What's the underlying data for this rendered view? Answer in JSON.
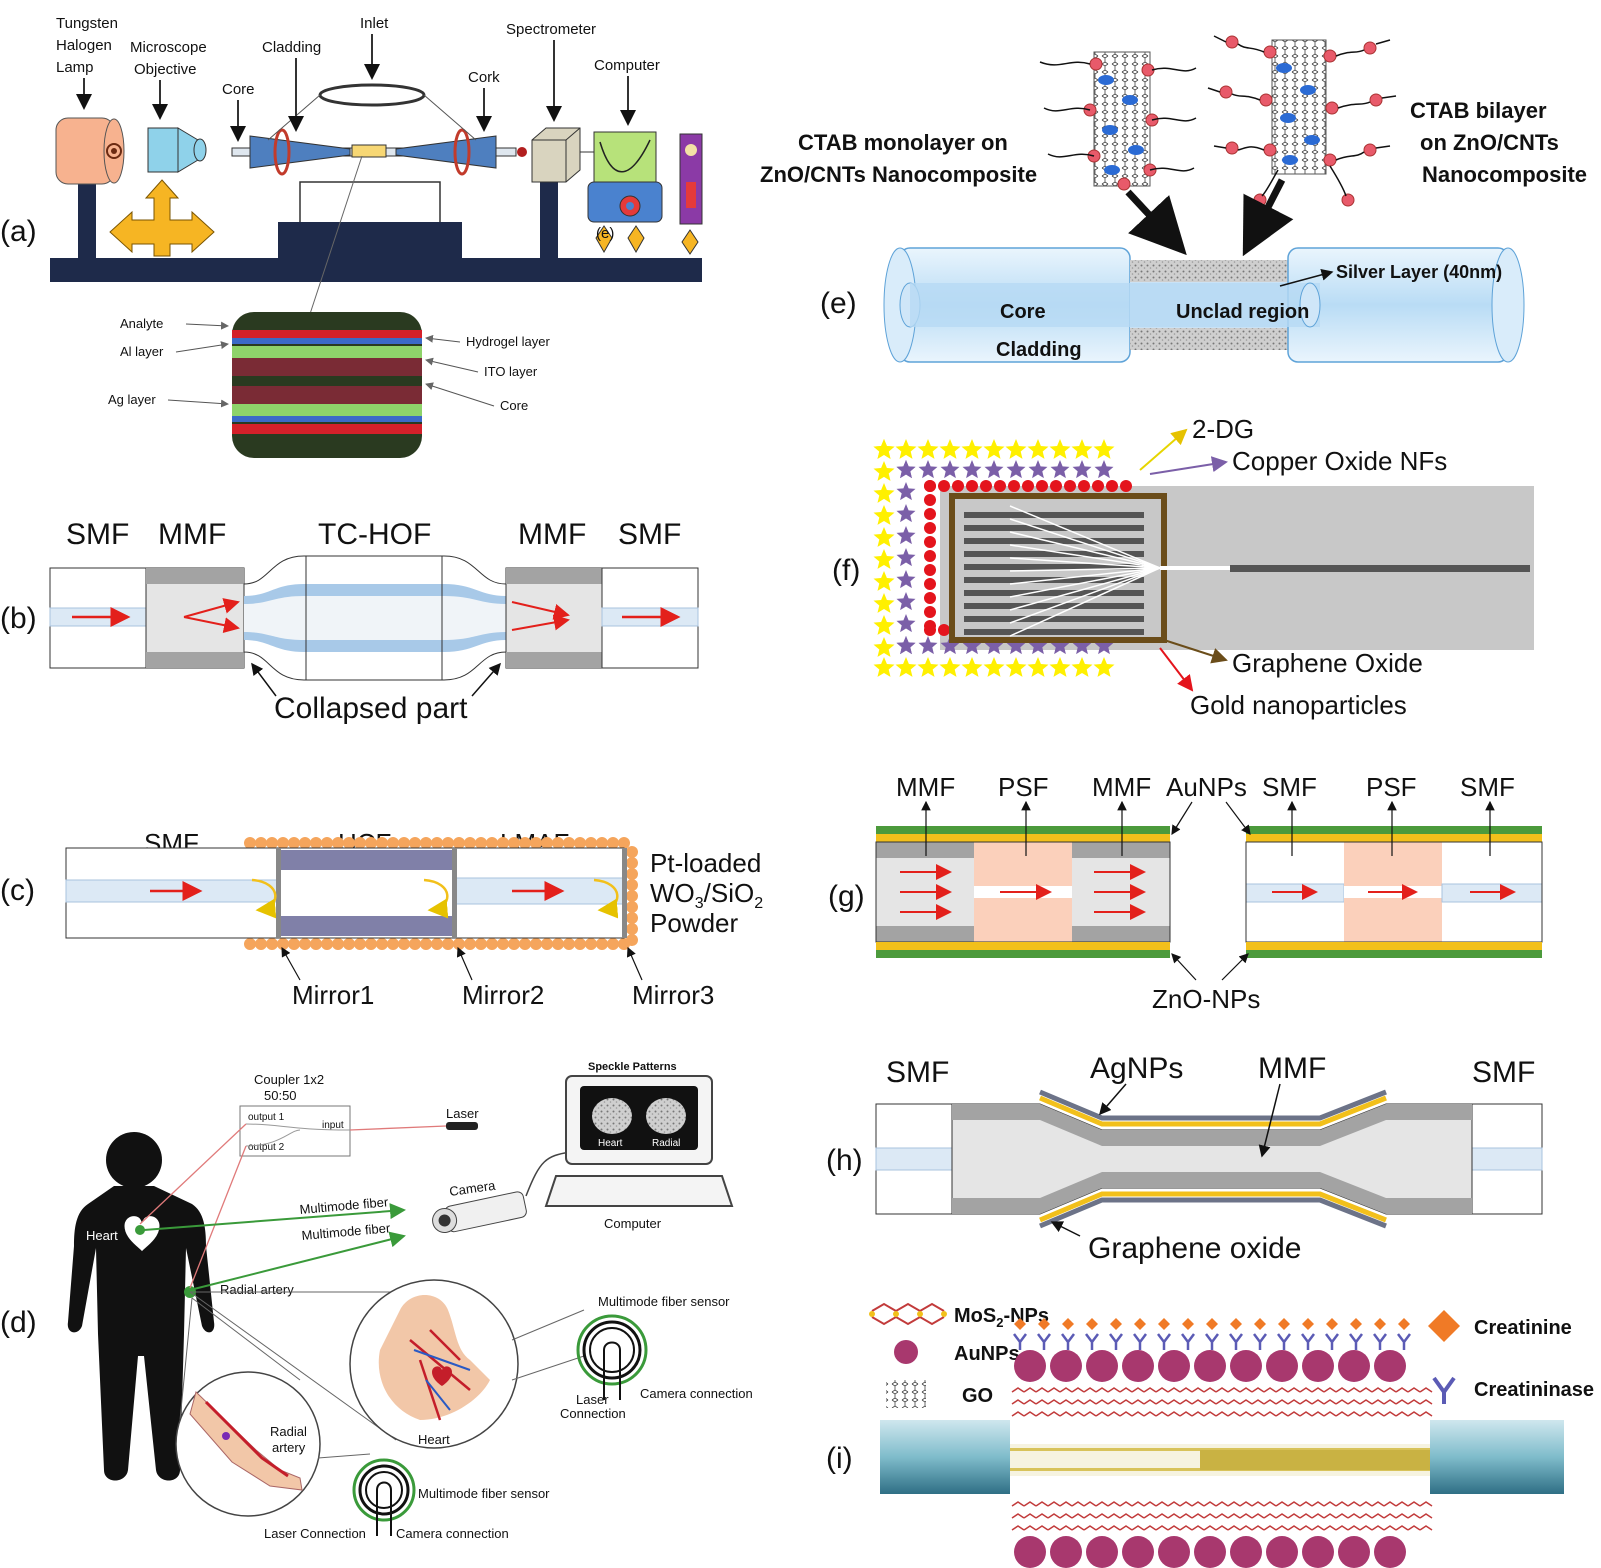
{
  "panels": {
    "a": {
      "tag": "(a)",
      "labels": {
        "lamp_1": "Tungsten",
        "lamp_2": "Halogen",
        "lamp_3": "Lamp",
        "objective_1": "Microscope",
        "objective_2": "Objective",
        "core": "Core",
        "cladding": "Cladding",
        "inlet": "Inlet",
        "cork": "Cork",
        "spectrometer": "Spectrometer",
        "computer": "Computer",
        "stray": "(e)"
      },
      "layers": {
        "analyte": "Analyte",
        "al": "Al layer",
        "ag": "Ag layer",
        "hydrogel": "Hydrogel layer",
        "ito": "ITO layer",
        "core": "Core"
      }
    },
    "b": {
      "tag": "(b)",
      "segments": [
        "SMF",
        "MMF",
        "TC-HOF",
        "MMF",
        "SMF"
      ],
      "collapsed": "Collapsed part"
    },
    "c": {
      "tag": "(c)",
      "segments": [
        "SMF",
        "HCF",
        "LMAF"
      ],
      "powder_1": "Pt-loaded",
      "powder_2": "WO",
      "powder_sub_1": "3",
      "powder_3": "/SiO",
      "powder_sub_2": "2",
      "powder_4": "Powder",
      "mirrors": [
        "Mirror1",
        "Mirror2",
        "Mirror3"
      ]
    },
    "d": {
      "tag": "(d)",
      "coupler_1": "Coupler 1x2",
      "coupler_2": "50:50",
      "output_1": "output 1",
      "output_2": "output 2",
      "input": "input",
      "laser": "Laser",
      "speckle": "Speckle Patterns",
      "heart_screen": "Heart",
      "radial_screen": "Radial",
      "camera": "Camera",
      "computer": "Computer",
      "mm_fiber_1": "Multimode fiber",
      "mm_fiber_2": "Multimode fiber",
      "heart": "Heart",
      "radial_artery": "Radial artery",
      "mm_sensor_top": "Multimode fiber sensor",
      "laser_conn_top_1": "Laser",
      "laser_conn_top_2": "Connection",
      "camera_conn_top": "Camera connection",
      "heart_inset": "Heart",
      "radial_inset_1": "Radial",
      "radial_inset_2": "artery",
      "mm_sensor_bottom": "Multimode fiber sensor",
      "laser_conn_bottom": "Laser Connection",
      "camera_conn_bottom": "Camera connection"
    },
    "e": {
      "tag": "(e)",
      "mono_1": "CTAB monolayer on",
      "mono_2": "ZnO/CNTs Nanocomposite",
      "bi_1": "CTAB bilayer",
      "bi_2": "on ZnO/CNTs",
      "bi_3": "Nanocomposite",
      "silver": "Silver Layer (40nm)",
      "core": "Core",
      "unclad": "Unclad region",
      "cladding": "Cladding"
    },
    "f": {
      "tag": "(f)",
      "dg": "2-DG",
      "cuo": "Copper Oxide NFs",
      "go": "Graphene Oxide",
      "au": "Gold nanoparticles"
    },
    "g": {
      "tag": "(g)",
      "left_segments": [
        "MMF",
        "PSF",
        "MMF"
      ],
      "right_segments": [
        "SMF",
        "PSF",
        "SMF"
      ],
      "aunps": "AuNPs",
      "zno": "ZnO-NPs"
    },
    "h": {
      "tag": "(h)",
      "smf_left": "SMF",
      "agnps": "AgNPs",
      "mmf": "MMF",
      "smf_right": "SMF",
      "go": "Graphene oxide"
    },
    "i": {
      "tag": "(i)",
      "mos2": "MoS",
      "mos2_sub": "2",
      "mos2_suffix": "-NPs",
      "aunps": "AuNPs",
      "go": "GO",
      "creatinine": "Creatinine",
      "creatininase": "Creatininase"
    }
  },
  "colors": {
    "core_blue": "#dce9f5",
    "core_line": "#a9c3de",
    "red_arrow": "#e3201b",
    "gray_band": "#a3a3a3",
    "light_gray": "#e5e5e5",
    "orange_bead": "#f5a55c",
    "purple_band": "#8080a8",
    "peach": "#fbd0bb",
    "gold": "#f2c01b",
    "green": "#4c9a3c",
    "yellow_star": "#fff000",
    "purple_star": "#7b5fa8",
    "red_dot": "#e4141c"
  }
}
